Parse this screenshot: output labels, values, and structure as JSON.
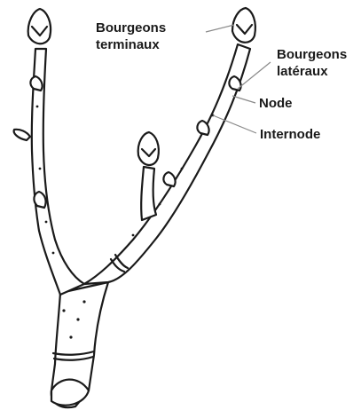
{
  "labels": {
    "terminal_buds": [
      "Bourgeons",
      "terminaux"
    ],
    "lateral_buds": [
      "Bourgeons",
      "latéraux"
    ],
    "node": "Node",
    "internode": "Internode"
  },
  "colors": {
    "ink": "#1a1a1a",
    "leader_line": "#8a8a8a",
    "fill": "#ffffff"
  }
}
